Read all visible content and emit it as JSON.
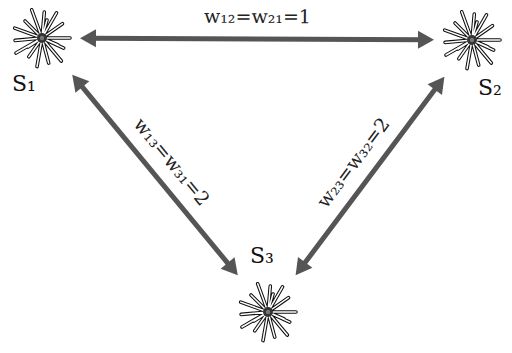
{
  "diagram": {
    "nodes": [
      {
        "text": [
          "S₁"
        ]
      },
      {
        "text": [
          "S₂"
        ]
      },
      {
        "text": [
          "S₃"
        ]
      }
    ],
    "edges": [
      {
        "from": 0,
        "to": 1,
        "arrow": "both",
        "label": "w₁₂=w₂₁=1"
      },
      {
        "from": 0,
        "to": 2,
        "arrow": "both",
        "label": "w₁₃=w₃₁=2"
      },
      {
        "from": 1,
        "to": 2,
        "arrow": "both",
        "label": "w₂₃=w₃₂=2"
      }
    ]
  }
}
